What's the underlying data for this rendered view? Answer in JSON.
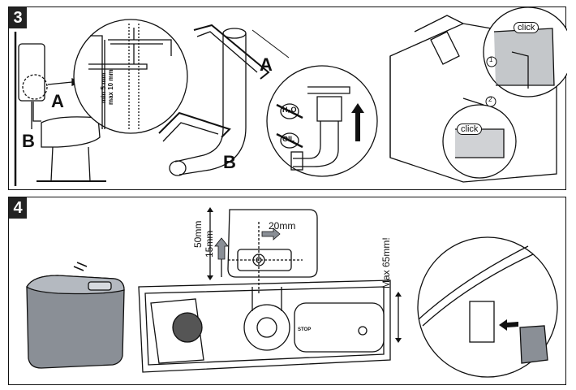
{
  "panels": [
    {
      "number": "3",
      "labels": {
        "a1": "A",
        "b1": "B",
        "a2": "A",
        "b2": "B",
        "dim_text_1": "min 5 mm",
        "dim_text_2": "max 10 mm",
        "h2o": "H₂O",
        "oil": "OIL",
        "click_1": "click",
        "click_2": "click",
        "circle_1": "1",
        "circle_2": "2"
      }
    },
    {
      "number": "4",
      "labels": {
        "dim_50mm": "50mm",
        "dim_15mm": "15mm",
        "dim_20mm": "20mm",
        "dim_max65": "Max 65mm!",
        "stop": "STOP"
      }
    }
  ],
  "colors": {
    "ink": "#111111",
    "tank_gray": "#8a8f96",
    "panel_border": "#111111"
  }
}
